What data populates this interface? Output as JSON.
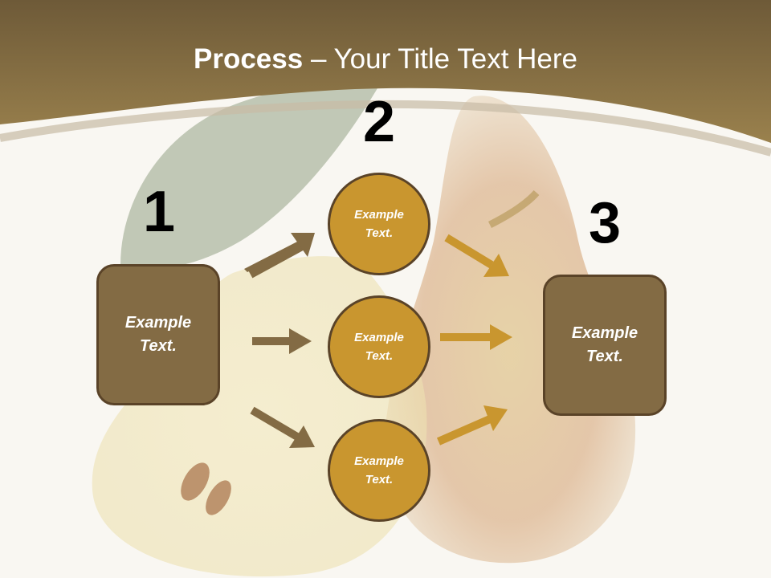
{
  "title": {
    "bold": "Process",
    "rest": " – Your Title Text Here"
  },
  "steps": [
    {
      "number": "1",
      "text": "Example\nText."
    },
    {
      "number": "2",
      "text": "Example\nText."
    },
    {
      "number": "3",
      "text": "Example\nText."
    }
  ],
  "circles": [
    {
      "text": "Example\nText."
    },
    {
      "text": "Example\nText."
    },
    {
      "text": "Example\nText."
    }
  ],
  "colors": {
    "header_brown": "#86703f",
    "box_fill": "#836b44",
    "circle_fill": "#c9962f",
    "left_arrows": "#836b44",
    "right_arrows": "#c9962f"
  }
}
